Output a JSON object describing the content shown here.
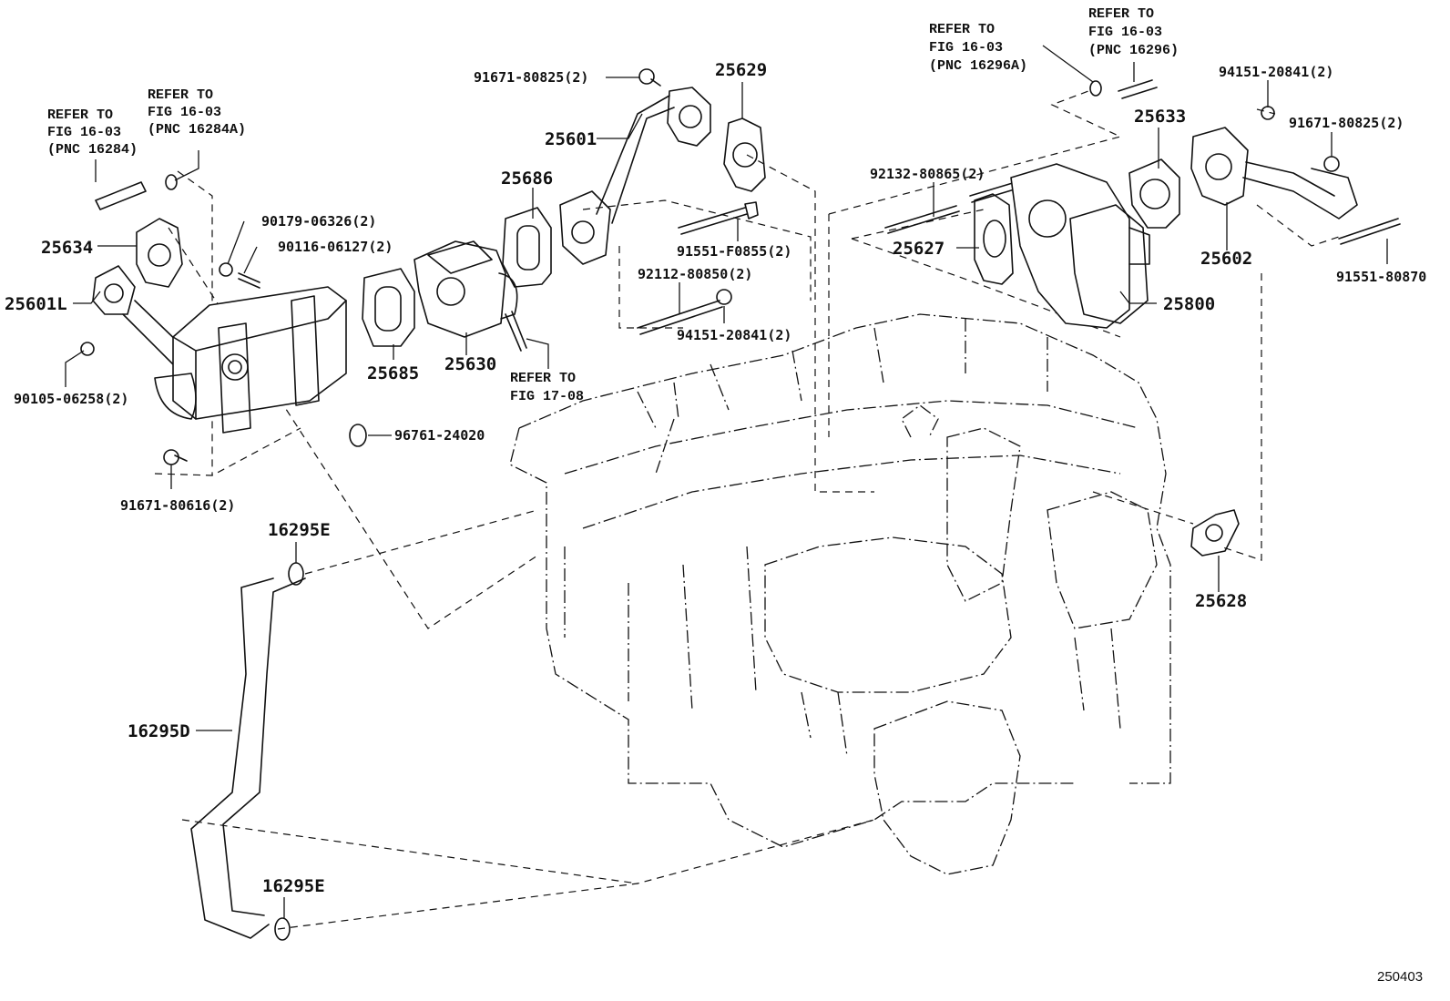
{
  "diagram": {
    "figure_id": "250403",
    "callouts": {
      "ref_16284": [
        "REFER TO",
        "FIG 16-03",
        "(PNC 16284)"
      ],
      "ref_16284a": [
        "REFER TO",
        "FIG 16-03",
        "(PNC 16284A)"
      ],
      "ref_16296a": [
        "REFER TO",
        "FIG 16-03",
        "(PNC 16296A)"
      ],
      "ref_16296": [
        "REFER TO",
        "FIG 16-03",
        "(PNC 16296)"
      ],
      "ref_1708": [
        "REFER TO",
        "FIG 17-08"
      ]
    },
    "parts": {
      "p25634": "25634",
      "p25601L": "25601L",
      "p90179": "90179-06326(2)",
      "p90116": "90116-06127(2)",
      "p90105": "90105-06258(2)",
      "p91671_616": "91671-80616(2)",
      "p96761": "96761-24020",
      "p25685": "25685",
      "p25630": "25630",
      "p25686": "25686",
      "p25601": "25601",
      "p91671_825a": "91671-80825(2)",
      "p25629": "25629",
      "p91551_f0855": "91551-F0855(2)",
      "p92112": "92112-80850(2)",
      "p94151_a": "94151-20841(2)",
      "p92132": "92132-80865(2)",
      "p25627": "25627",
      "p25800": "25800",
      "p25633": "25633",
      "p94151_b": "94151-20841(2)",
      "p91671_825b": "91671-80825(2)",
      "p25602": "25602",
      "p91551_80870": "91551-80870",
      "p25628": "25628",
      "p16295E_top": "16295E",
      "p16295D": "16295D",
      "p16295E_bot": "16295E"
    }
  }
}
